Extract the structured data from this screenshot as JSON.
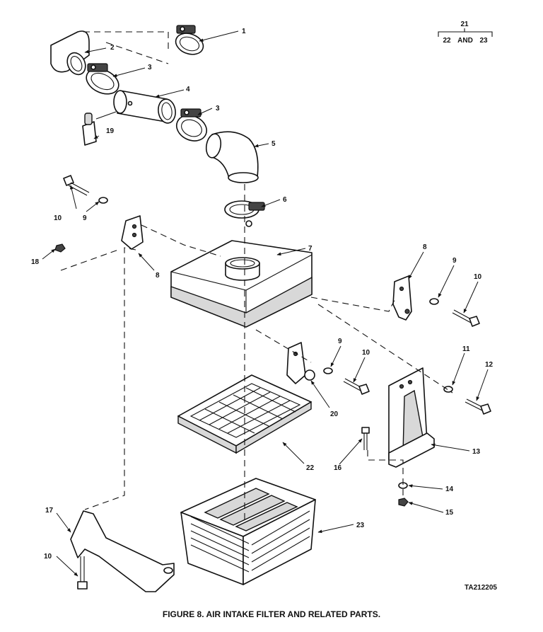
{
  "figure": {
    "caption": "FIGURE 8. AIR INTAKE FILTER AND RELATED PARTS.",
    "reference": "TA212205"
  },
  "key": {
    "top": "21",
    "left": "22",
    "joiner": "AND",
    "right": "23"
  },
  "callouts": {
    "c1": "1",
    "c2": "2",
    "c3a": "3",
    "c3b": "3",
    "c4": "4",
    "c5": "5",
    "c6": "6",
    "c7": "7",
    "c8a": "8",
    "c8b": "8",
    "c9a": "9",
    "c9b": "9",
    "c9c": "9",
    "c10a": "10",
    "c10b": "10",
    "c10c": "10",
    "c10d": "10",
    "c11": "11",
    "c12": "12",
    "c13": "13",
    "c14": "14",
    "c15": "15",
    "c16": "16",
    "c17": "17",
    "c18": "18",
    "c19": "19",
    "c20": "20",
    "c22": "22",
    "c23": "23"
  }
}
